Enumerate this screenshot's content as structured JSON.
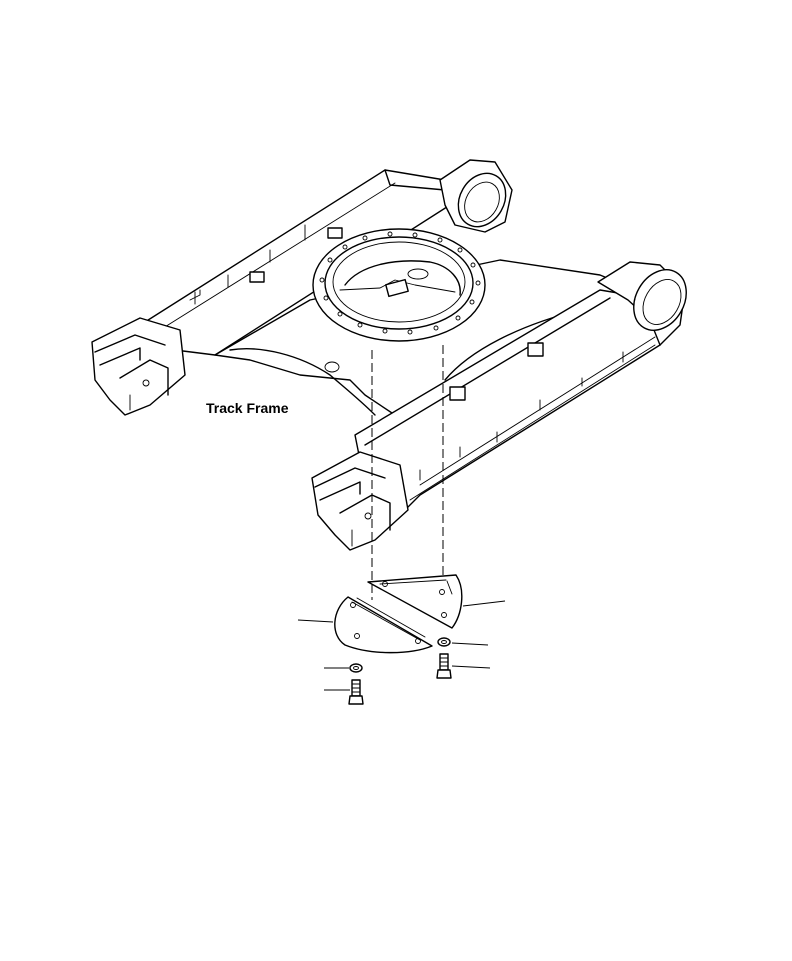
{
  "diagram": {
    "label_track_frame": "Track Frame"
  },
  "colors": {
    "ink": "#000000",
    "paper": "#ffffff"
  },
  "icons": [
    "track-frame-illustration",
    "under-cover-plate-left",
    "under-cover-plate-right",
    "bolt-icon",
    "washer-icon"
  ]
}
